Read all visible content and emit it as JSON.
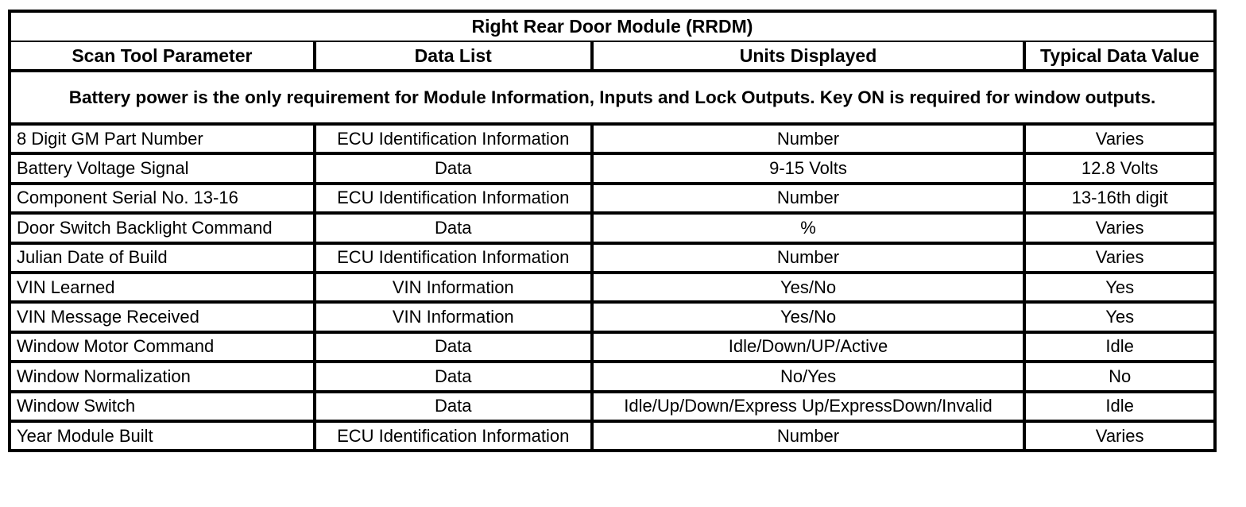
{
  "table": {
    "title": "Right Rear Door Module (RRDM)",
    "columns": {
      "parameter": "Scan Tool Parameter",
      "data_list": "Data List",
      "units": "Units Displayed",
      "typical_value": "Typical Data Value"
    },
    "note": "Battery power is the only requirement for Module Information, Inputs and Lock Outputs. Key ON is required for window outputs.",
    "rows": [
      {
        "parameter": "8 Digit GM Part Number",
        "data_list": "ECU Identification Information",
        "units": "Number",
        "typical_value": "Varies"
      },
      {
        "parameter": "Battery Voltage Signal",
        "data_list": "Data",
        "units": "9-15 Volts",
        "typical_value": "12.8 Volts"
      },
      {
        "parameter": "Component Serial No. 13-16",
        "data_list": "ECU Identification Information",
        "units": "Number",
        "typical_value": "13-16th digit"
      },
      {
        "parameter": "Door Switch Backlight Command",
        "data_list": "Data",
        "units": "%",
        "typical_value": "Varies"
      },
      {
        "parameter": "Julian Date of Build",
        "data_list": "ECU Identification Information",
        "units": "Number",
        "typical_value": "Varies"
      },
      {
        "parameter": "VIN Learned",
        "data_list": "VIN Information",
        "units": "Yes/No",
        "typical_value": "Yes"
      },
      {
        "parameter": "VIN Message Received",
        "data_list": "VIN Information",
        "units": "Yes/No",
        "typical_value": "Yes"
      },
      {
        "parameter": "Window Motor Command",
        "data_list": "Data",
        "units": "Idle/Down/UP/Active",
        "typical_value": "Idle"
      },
      {
        "parameter": "Window Normalization",
        "data_list": "Data",
        "units": "No/Yes",
        "typical_value": "No"
      },
      {
        "parameter": "Window Switch",
        "data_list": "Data",
        "units": "Idle/Up/Down/Express Up/ExpressDown/Invalid",
        "typical_value": "Idle"
      },
      {
        "parameter": "Year Module Built",
        "data_list": "ECU Identification Information",
        "units": "Number",
        "typical_value": "Varies"
      }
    ]
  }
}
